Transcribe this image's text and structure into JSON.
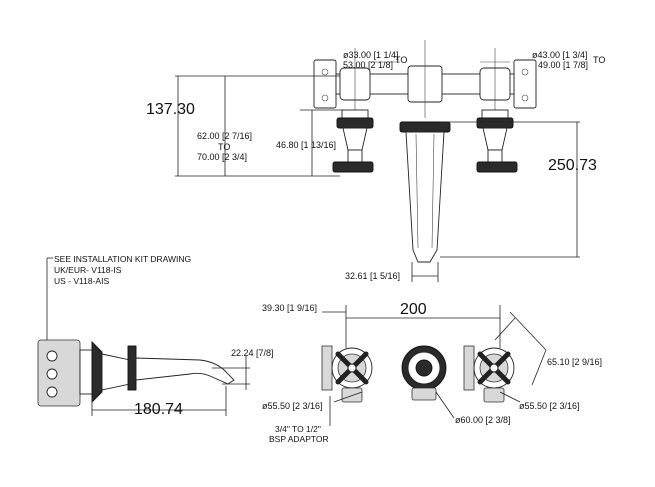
{
  "top_view": {
    "left_bracket_dia": "ø33.00 [1 1/4]",
    "left_bracket_dia_2": "53.00 [2 1/8]",
    "left_to": "TO",
    "right_bracket_dia": "ø43.00 [1 3/4]",
    "right_bracket_dia_2": "49.00 [1 7/8]",
    "right_to": "TO",
    "height_total": "137.30",
    "depth_min": "62.00 [2 7/16]",
    "depth_to": "TO",
    "depth_max": "70.00 [2 3/4]",
    "valve_depth": "46.80 [1 13/16]",
    "spout_drop": "250.73",
    "spout_width": "32.61 [1 5/16]"
  },
  "install_note": {
    "line1": "SEE INSTALLATION KIT DRAWING",
    "line2": "UK/EUR- V118-IS",
    "line3": "US - V118-AIS"
  },
  "side_view": {
    "spout_reach": "180.74",
    "spout_tip": "22.24 [7/8]"
  },
  "front_view": {
    "left_offset": "39.30 [1 9/16]",
    "centers": "200",
    "handle_span": "65.10 [2 9/16]",
    "left_handle_dia": "ø55.50 [2 3/16]",
    "spout_dia": "ø60.00 [2 3/8]",
    "right_handle_dia": "ø55.50 [2 3/16]",
    "adaptor_line1": "3/4\" TO 1/2\"",
    "adaptor_line2": "BSP ADAPTOR"
  }
}
